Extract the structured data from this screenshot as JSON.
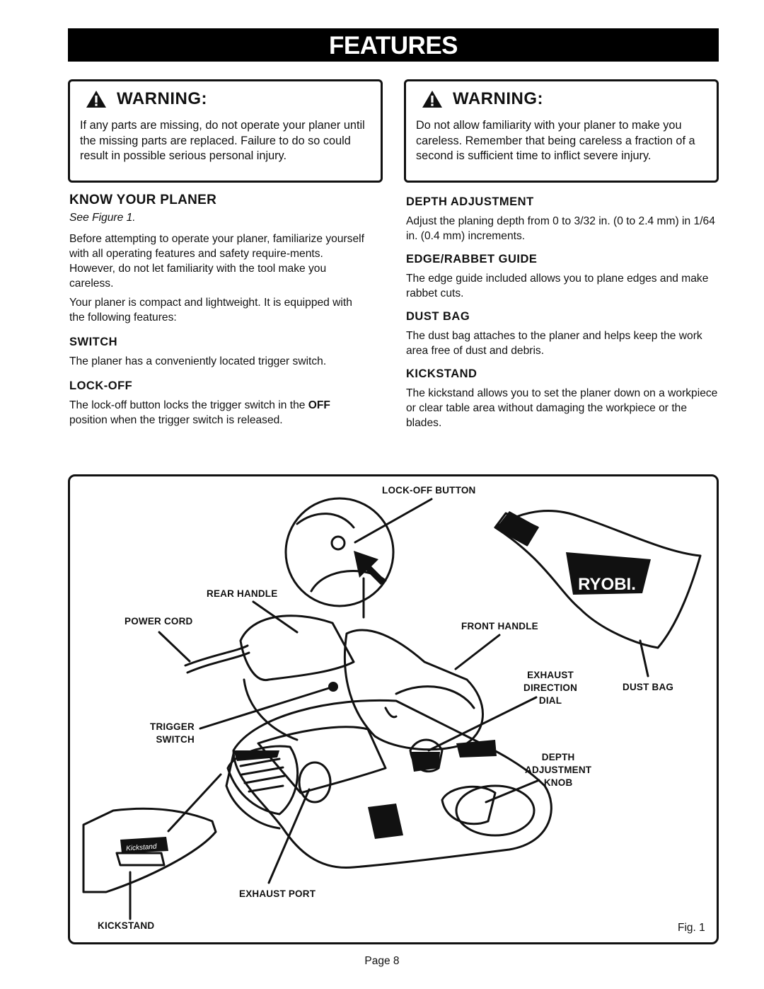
{
  "banner": "FEATURES",
  "warnings": [
    {
      "title": "WARNING:",
      "text": "If any parts are missing, do not operate your planer until the missing parts are replaced. Failure to do so could result in possible serious personal injury."
    },
    {
      "title": "WARNING:",
      "text": "Do not allow familiarity with your planer to make you careless. Remember that being careless a fraction of a second is sufficient time to inflict severe injury."
    }
  ],
  "left": {
    "heading": "KNOW YOUR PLANER",
    "see_figure": "See Figure 1.",
    "intro1": "Before attempting to operate your planer, familiarize yourself with all operating features and safety require-ments. However, do not let familiarity with the tool make you careless.",
    "intro2": "Your planer is compact and lightweight. It is equipped with the following features:",
    "switch_heading": "SWITCH",
    "switch_text": "The planer has a conveniently located trigger switch.",
    "lockoff_heading": "LOCK-OFF",
    "lockoff_text_a": "The lock-off button locks the trigger switch in the ",
    "lockoff_text_bold": "OFF",
    "lockoff_text_b": " position when the trigger switch is released."
  },
  "right": {
    "depth_heading": "DEPTH ADJUSTMENT",
    "depth_text": "Adjust the planing depth from 0 to 3/32 in. (0 to 2.4 mm) in 1/64 in. (0.4 mm) increments.",
    "edge_heading": "EDGE/RABBET GUIDE",
    "edge_text": "The edge guide included allows you to plane edges and make rabbet cuts.",
    "dust_heading": "DUST BAG",
    "dust_text": "The dust bag attaches to the planer and helps keep the work area free of dust and debris.",
    "kick_heading": "KICKSTAND",
    "kick_text": "The kickstand allows you to set the planer down on a workpiece or clear table area without damaging the workpiece or the blades."
  },
  "figure": {
    "labels": {
      "lockoff_button": "LOCK-OFF BUTTON",
      "rear_handle": "REAR HANDLE",
      "power_cord": "POWER CORD",
      "front_handle": "FRONT HANDLE",
      "exhaust_direction_dial": "EXHAUST\nDIRECTION\nDIAL",
      "dust_bag": "DUST BAG",
      "trigger_switch": "TRIGGER\nSWITCH",
      "depth_adjustment_knob": "DEPTH\nADJUSTMENT\nKNOB",
      "exhaust_port": "EXHAUST PORT",
      "kickstand": "KICKSTAND"
    },
    "brand": "RYOBI.",
    "kickstand_mark": "Kickstand",
    "fig_no": "Fig. 1"
  },
  "page": "Page 8"
}
